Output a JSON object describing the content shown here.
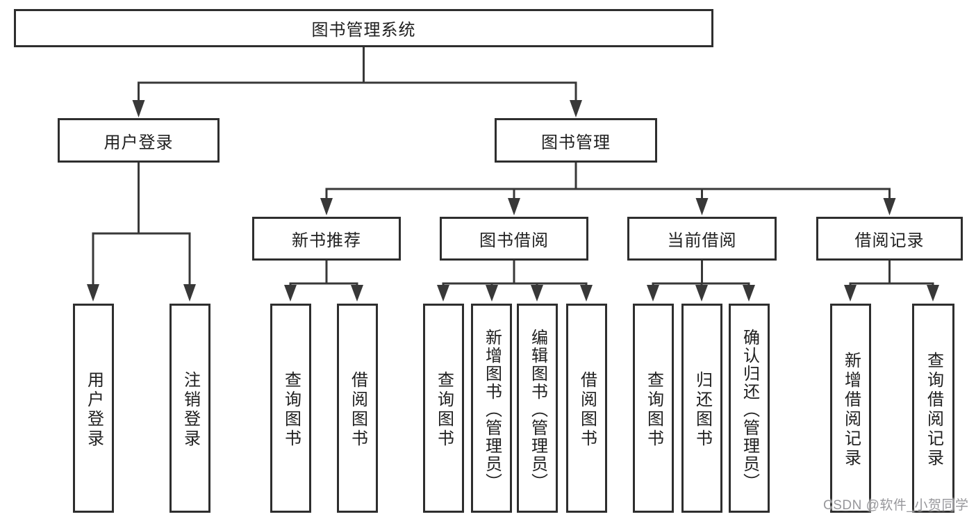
{
  "diagram": {
    "type": "hierarchy-tree",
    "watermark": "CSDN @软件_小贺同学",
    "colors": {
      "background": "#ffffff",
      "box_fill": "#ffffff",
      "box_border": "#2e2e2e",
      "line": "#383838",
      "text": "#202020",
      "watermark": "#97979b"
    },
    "nodes": {
      "root": "图书管理系统",
      "user_login": "用户登录",
      "book_mgmt": "图书管理",
      "new_book_rec": "新书推荐",
      "book_borrow": "图书借阅",
      "current_borrow": "当前借阅",
      "borrow_record": "借阅记录",
      "user_login_children": {
        "login": "用户登录",
        "logout": "注销登录"
      },
      "new_book_rec_children": {
        "query": "查询图书",
        "borrow": "借阅图书"
      },
      "book_borrow_children": {
        "query": "查询图书",
        "add": "新增图书（管理员）",
        "edit": "编辑图书（管理员）",
        "borrow": "借阅图书"
      },
      "current_borrow_children": {
        "query": "查询图书",
        "return": "归还图书",
        "confirm": "确认归还（管理员）"
      },
      "borrow_record_children": {
        "add": "新增借阅记录",
        "query": "查询借阅记录"
      }
    }
  }
}
